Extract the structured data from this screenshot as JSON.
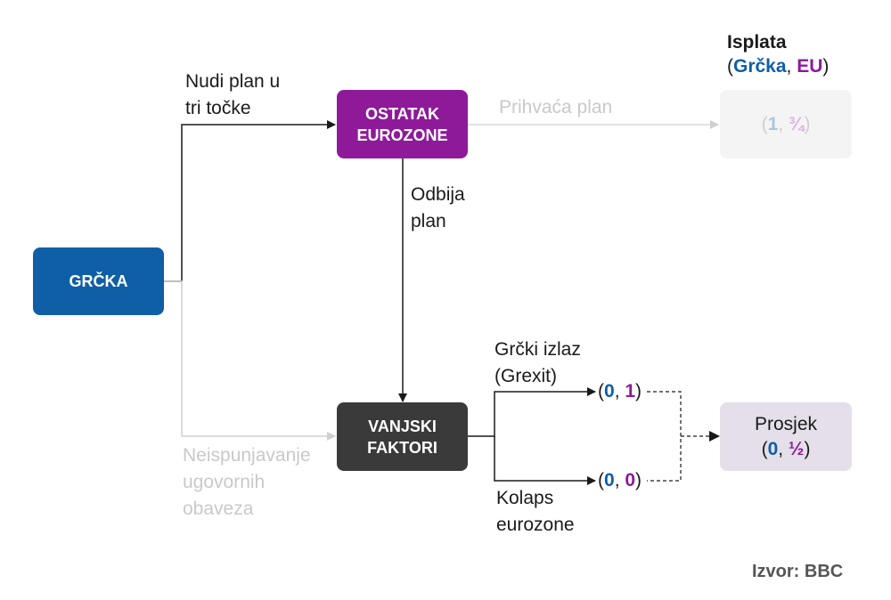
{
  "legend": {
    "title": "Isplata",
    "open": "(",
    "greece": "Grčka",
    "sep": ", ",
    "eu": "EU",
    "close": ")"
  },
  "nodes": {
    "greece": {
      "label": "GRČKA",
      "color": "#0f5fa6"
    },
    "rest_eurozone": {
      "line1": "OSTATAK",
      "line2": "EUROZONE",
      "color": "#8e1a9a"
    },
    "external": {
      "line1": "VANJSKI",
      "line2": "FAKTORI",
      "color": "#3a3a3a"
    },
    "average": {
      "line1": "Prosjek",
      "open": "(",
      "a": "0",
      "sep": ", ",
      "b": "½",
      "close": ")",
      "color": "#e4dfe8"
    },
    "accept_payoff": {
      "open": "(",
      "a": "1",
      "sep": ", ",
      "b": "¾",
      "close": ")",
      "color": "#f4f4f4"
    }
  },
  "edges": {
    "offer": {
      "line1": "Nudi plan u",
      "line2": "tri točke"
    },
    "accept": {
      "label": "Prihvaća plan"
    },
    "reject": {
      "line1": "Odbija",
      "line2": "plan"
    },
    "default": {
      "line1": "Neispunjavanje",
      "line2": "ugovornih",
      "line3": "obaveza"
    },
    "grexit": {
      "line1": "Grčki izlaz",
      "line2": "(Grexit)"
    },
    "collapse": {
      "line1": "Kolaps",
      "line2": "eurozone"
    }
  },
  "outcomes": {
    "grexit": {
      "open": "(",
      "a": "0",
      "sep": ", ",
      "b": "1",
      "close": ")"
    },
    "collapse": {
      "open": "(",
      "a": "0",
      "sep": ", ",
      "b": "0",
      "close": ")"
    }
  },
  "source": "Izvor: BBC"
}
